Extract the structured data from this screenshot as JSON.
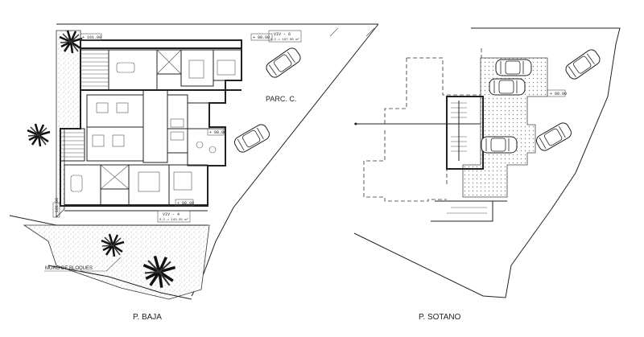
{
  "labels": {
    "plan_left_title": "P. BAJA",
    "plan_right_title": "P. SOTANO",
    "wall_note": "MURO DE BLOQUES",
    "parking_label": "PARC. C.",
    "level_1": "+ 101.00",
    "level_2": "+ 98.00",
    "level_3": "+ 98.00",
    "level_4": "+ 98.00",
    "viv_top": "VIV - 6",
    "viv_top_area": "S.C.= 197.00 m²",
    "viv_bottom": "VIV - 4",
    "viv_bottom_area": "S.C.= 143.25 m²",
    "side_level": "+ 101.00"
  },
  "colors": {
    "line": "#222222",
    "hatch": "#9a9a9a",
    "background": "#ffffff"
  }
}
